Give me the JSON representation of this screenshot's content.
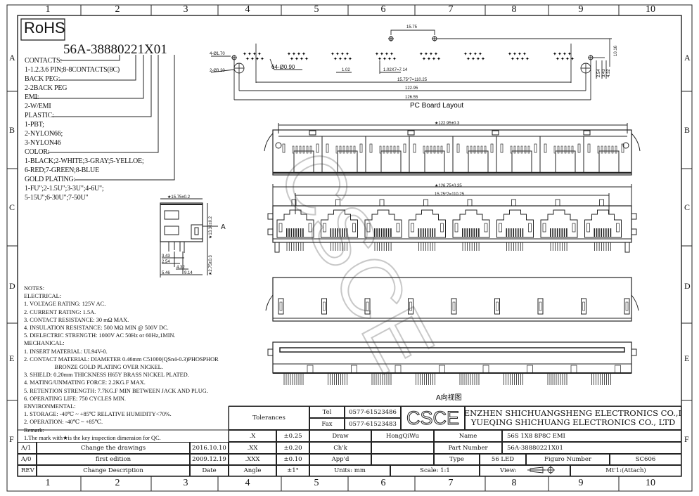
{
  "frame": {
    "columns": [
      "1",
      "2",
      "3",
      "4",
      "5",
      "6",
      "7",
      "8",
      "9",
      "10"
    ],
    "rows": [
      "A",
      "B",
      "C",
      "D",
      "E",
      "F"
    ]
  },
  "rohs": "RoHS",
  "part_code": {
    "number": "56A-38880221X01",
    "lines": [
      "CONTACTS:",
      "1-1.2.3.6 PIN;8-8CONTACTS(8C)",
      "BACK PEG:",
      "2-2BACK PEG",
      "EMI:",
      "2-W/EMI",
      "PLASTIC:",
      "1-PBT;",
      "2-NYLON66;",
      "3-NYLON46",
      "COLOR:",
      "1-BLACK;2-WHITE;3-GRAY;5-YELLOE;",
      "6-RED;7-GREEN;8-BLUE",
      "GOLD PLATING:",
      "1-FU\";2-1.5U\";3-3U\";4-6U\";",
      "5-15U\";6-30U\";7-50U\""
    ]
  },
  "notes": [
    "NOTES:",
    "ELECTRICAL:",
    "1. VOLTAGE RATING: 125V AC.",
    "2. CURRENT RATING: 1.5A.",
    "3. CONTACT RESISTANCE: 30 mΩ MAX.",
    "4. INSULATION RESISTANCE: 500 MΩ MIN @ 500V DC.",
    "5. DIELECTRIC STRENGTH: 1000V AC 50Hz or 60Hz,1MIN.",
    "MECHANICAL:",
    "1. INSERT MATERIAL: UL94V-0.",
    "2. CONTACT MATERIAL: DIAMETER 0.46mm C51000(QSn4-0.3)PHOSPHOR",
    "                     BRONZE GOLD PLATING OVER NICKEL.",
    "3. SHIELD: 0.20mm THICKNESS H65Y BRASS NICKEL PLATED.",
    "4. MATING/UNMATING FORCE: 2.2KG.F MAX.",
    "5. RETENTION STRENGTH: 7.7KG.F MIN BETWEEN JACK AND PLUG.",
    "6. OPERATING LIFE: 750 CYCLES MIN.",
    "ENVIRONMENTAL:",
    "1. STORAGE: -40℃ ~ +85℃ RELATIVE HUMIDITY<70%.",
    "2. OPERATION: -40℃ ~ +85℃.",
    "Remark:",
    "1.The mark with★is the key inspection dimension for QC."
  ],
  "pcb": {
    "title": "PC Board Layout",
    "dim_mount_pitch": "15.75",
    "small_holes": "4-Ø1.70",
    "big_holes": "2-Ø3.20",
    "pin_holes": "64-Ø0.90",
    "pin_pitch": "1.02",
    "pin_span": "1.02X7=7.14",
    "port_span": "15.75*7=110.25",
    "hole_span": "122.95",
    "outer_span": "126.55",
    "d_254": "2.54",
    "d_343": "3.43",
    "d_432": "4.32",
    "d_1016": "10.16"
  },
  "views": {
    "top_width": "★122.95±0.3",
    "front_width": "★126.75±0.35",
    "front_pitch": "15.75*7=110.25",
    "side_width": "★15.75±0.2",
    "side_height": "★13.30±0.2",
    "side_pin": "★2.75±0.3",
    "side_343": "3.43",
    "side_254": "2.54",
    "side_432": "4.32",
    "side_546": "5.46",
    "side_914": "9.14",
    "arrow_label": "A",
    "view_a_label": "A向视图"
  },
  "watermark": "CSCE",
  "title_block": {
    "revisions": [
      {
        "rev": "A/1",
        "desc": "Change the drawings",
        "date": "2016.10.10"
      },
      {
        "rev": "A/0",
        "desc": "first edition",
        "date": "2009.12.19"
      }
    ],
    "rev_header": {
      "rev": "REV",
      "desc": "Change Description",
      "date": "Date"
    },
    "tolerances_label": "Tolerances",
    "tolerances": [
      {
        "k": ".X",
        "v": "±0.25"
      },
      {
        "k": ".XX",
        "v": "±0.20"
      },
      {
        "k": ".XXX",
        "v": "±0.10"
      },
      {
        "k": "Angle",
        "v": "±1°"
      }
    ],
    "tel_label": "Tel",
    "tel": "0577-61523486",
    "fax_label": "Fax",
    "fax": "0577-61523483",
    "logo": "CSCE",
    "company_1": "SHENZHEN SHICHUANGSHENG ELECTRONICS CO.,LTD",
    "company_2": "YUEQING SHICHUANG ELECTRONICS CO., LTD",
    "draw_label": "Draw",
    "draw": "HongQiWu",
    "chk_label": "Ch'k",
    "chk": "",
    "appd_label": "App'd",
    "appd": "",
    "name_label": "Name",
    "name": "56S 1X8 8P8C EMI",
    "part_label": "Part Number",
    "part": "56A-38880221X01",
    "type_label": "Type",
    "type": "56 LED",
    "figure_label": "Figuro Number",
    "figure": "SC606",
    "units": "Units: mm",
    "scale": "Scale: 1:1",
    "view_label": "View:",
    "material": "Mt'1:(Attach)"
  }
}
